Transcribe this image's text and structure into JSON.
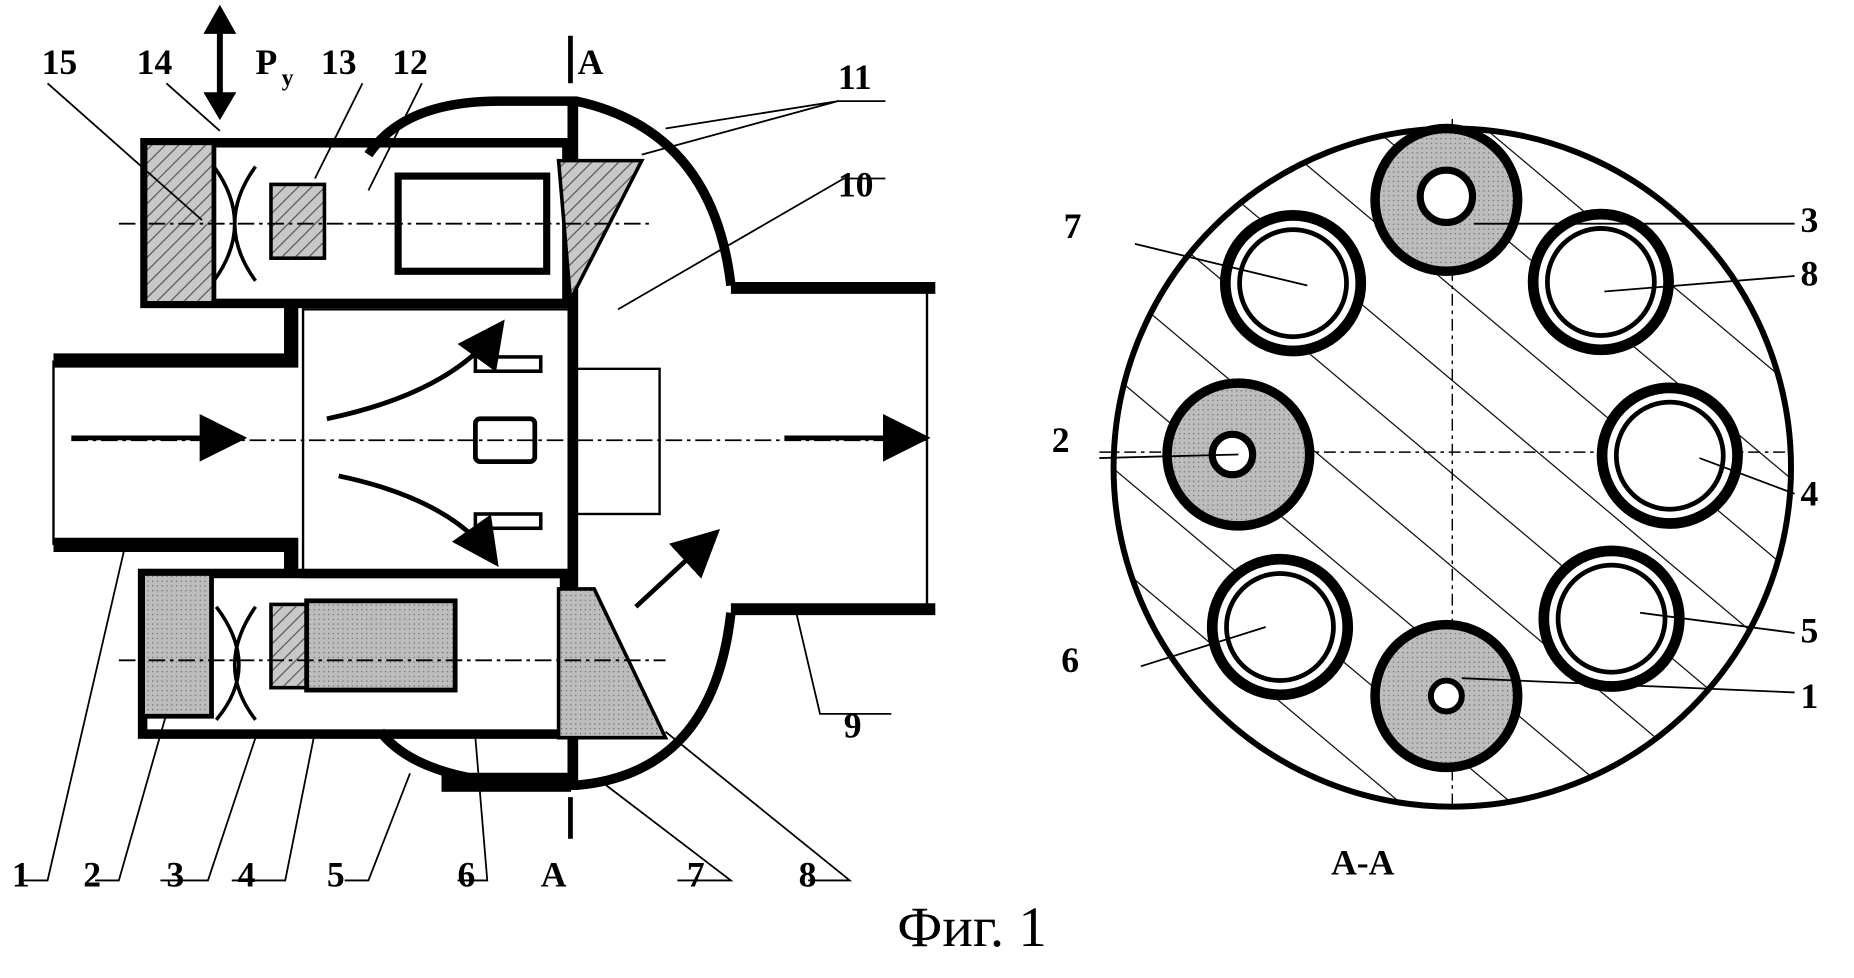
{
  "figure": {
    "caption": "Фиг. 1",
    "section_label": "А-А",
    "section_marker_top": "А",
    "section_marker_bottom": "А",
    "force_label": "P",
    "force_subscript": "у",
    "left_view_labels": [
      "1",
      "2",
      "3",
      "4",
      "5",
      "6",
      "7",
      "8",
      "9",
      "10",
      "11",
      "12",
      "13",
      "14",
      "15"
    ],
    "section_view_labels": [
      "1",
      "2",
      "3",
      "4",
      "5",
      "6",
      "7",
      "8"
    ],
    "colors": {
      "ink": "#000000",
      "shade": "#b0b0b0",
      "background": "#ffffff"
    }
  }
}
